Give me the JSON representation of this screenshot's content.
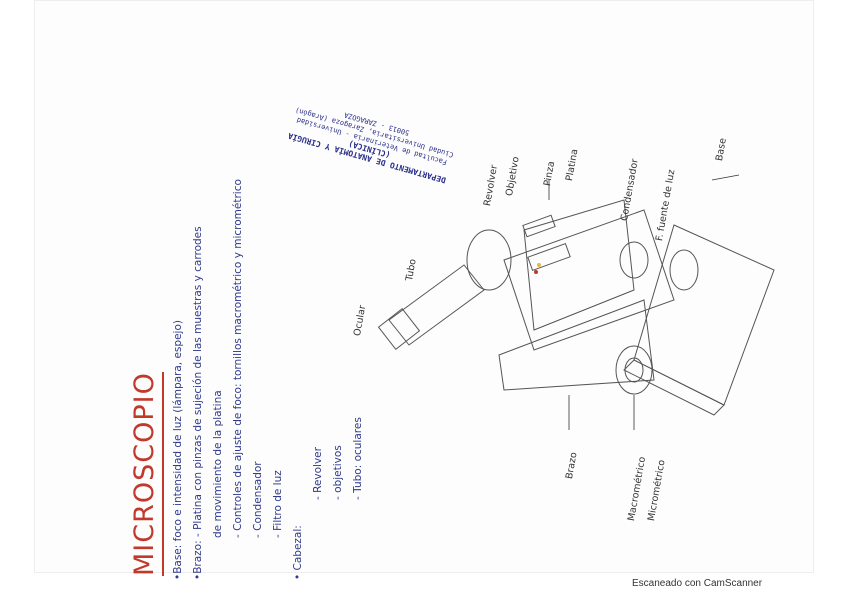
{
  "page": {
    "title": "MICROSCOPIO",
    "footer": "Escaneado con CamScanner"
  },
  "notes": {
    "base": "•Base: foco e intensidad de luz (lámpara, espejo)",
    "brazo_1": "•Brazo: - Platina con pinzas de sujeción de las muestras y carrodes",
    "brazo_2": "de movimiento de la platina",
    "brazo_3": "- Controles de ajuste de foco: tornillos macrométrico y micrométrico",
    "brazo_4": "- Condensador",
    "brazo_5": "- Filtro de luz",
    "cabezal_head": "• Cabezal:",
    "cabezal_1": "- Revolver",
    "cabezal_2": "- objetivos",
    "cabezal_3": "- Tubo: oculares"
  },
  "stamp": {
    "line1": "DEPARTAMENTO DE ANATOMÍA Y CIRUGÍA (CLÍNICA)",
    "line2": "Facultad de Veterinaria - Universidad",
    "line3": "Ciudad Universitaria, Zaragoza (Aragón)",
    "line4": "50013 - ZARAGOZA"
  },
  "labels": {
    "ocular": "Ocular",
    "tubo": "Tubo",
    "revolver": "Revolver",
    "objetivo": "Objetivo",
    "pinza": "Pinza",
    "platina": "Platina",
    "condensador": "Condensador",
    "fuente": "F. fuente de luz",
    "base": "Base",
    "brazo": "Brazo",
    "macro": "Macrométrico",
    "micro": "Micrométrico"
  }
}
